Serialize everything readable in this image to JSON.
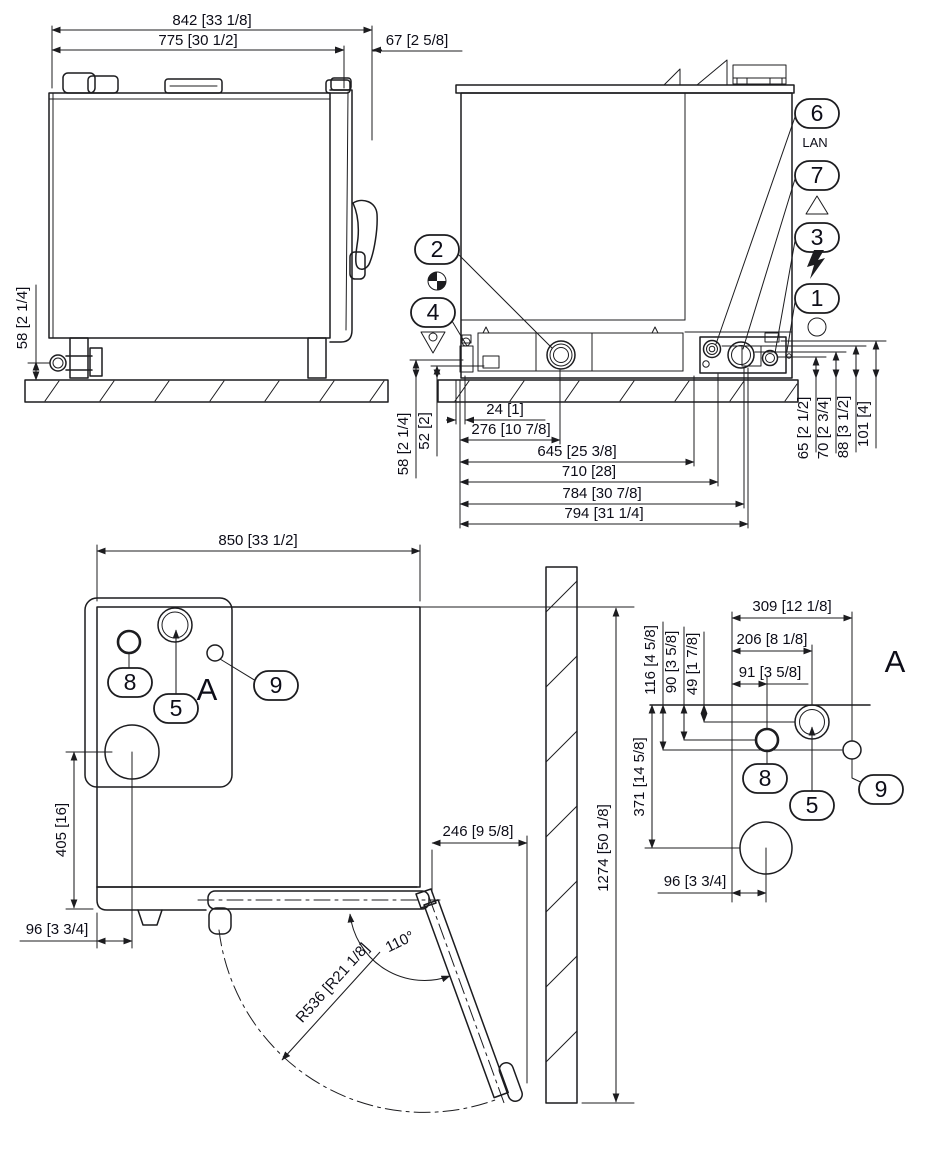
{
  "drawing_type": "appliance installation dimension drawing",
  "colors": {
    "background": "#ffffff",
    "line": "#1c1c1f",
    "text": "#0d0d18"
  },
  "side_view": {
    "overall_width": "842 [33 1/8]",
    "body_width": "775 [30 1/2]",
    "door_projection": "67 [2 5/8]",
    "drain_height": "58 [2 1/4]"
  },
  "rear_view": {
    "from_left": {
      "c24": "24 [1]",
      "c276": "276 [10 7/8]",
      "c645": "645 [25 3/8]",
      "c710": "710 [28]",
      "c784": "784 [30 7/8]",
      "c794": "794 [31 1/4]"
    },
    "heights": {
      "h58": "58 [2 1/4]",
      "h52": "52 [2]",
      "h65": "65 [2 1/2]",
      "h70": "70 [2 3/4]",
      "h88": "88 [3 1/2]",
      "h101": "101 [4]"
    },
    "callouts": {
      "lan": {
        "num": "6",
        "label": "LAN"
      },
      "vent": {
        "num": "7"
      },
      "power": {
        "num": "3"
      },
      "equipotential": {
        "num": "1"
      },
      "gravity_center": {
        "num": "2"
      },
      "drain": {
        "num": "4"
      }
    }
  },
  "plan_view": {
    "width": "850 [33 1/2]",
    "exhaust_offset_depth": "405 [16]",
    "exhaust_offset_side": "96 [3 3/4]",
    "door_wall_clearance": "246 [9 5/8]",
    "wall_length": "1274 [50 1/8]",
    "door_opening_angle": "110°",
    "door_swing_radius": "R536 [R21 1/8]",
    "detail_marker": "A",
    "callouts": {
      "c8": "8",
      "c5": "5",
      "c9": "9"
    }
  },
  "detail_a": {
    "label": "A",
    "x_309": "309 [12 1/8]",
    "x_206": "206 [8 1/8]",
    "x_91": "91 [3 5/8]",
    "y_116": "116 [4 5/8]",
    "y_90": "90 [3 5/8]",
    "y_49": "49 [1 7/8]",
    "y_371": "371 [14 5/8]",
    "x_96": "96 [3 3/4]",
    "callouts": {
      "c8": "8",
      "c5": "5",
      "c9": "9"
    }
  }
}
